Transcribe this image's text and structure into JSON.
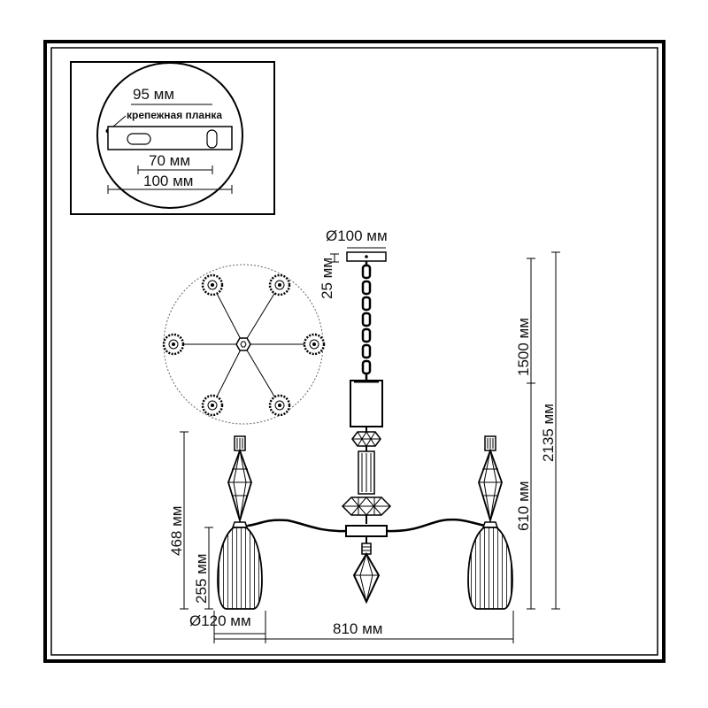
{
  "inset": {
    "width_95": "95 мм",
    "plate_label": "крепежная планка",
    "width_70": "70 мм",
    "width_100": "100 мм"
  },
  "dimensions": {
    "canopy_diameter": "Ø100 мм",
    "canopy_height": "25 мм",
    "chain_length": "1500 мм",
    "total_height": "2135 мм",
    "body_height": "610 мм",
    "arm_height": "468 мм",
    "shade_height": "255 мм",
    "shade_diameter": "Ø120 мм",
    "total_width": "810 мм"
  }
}
